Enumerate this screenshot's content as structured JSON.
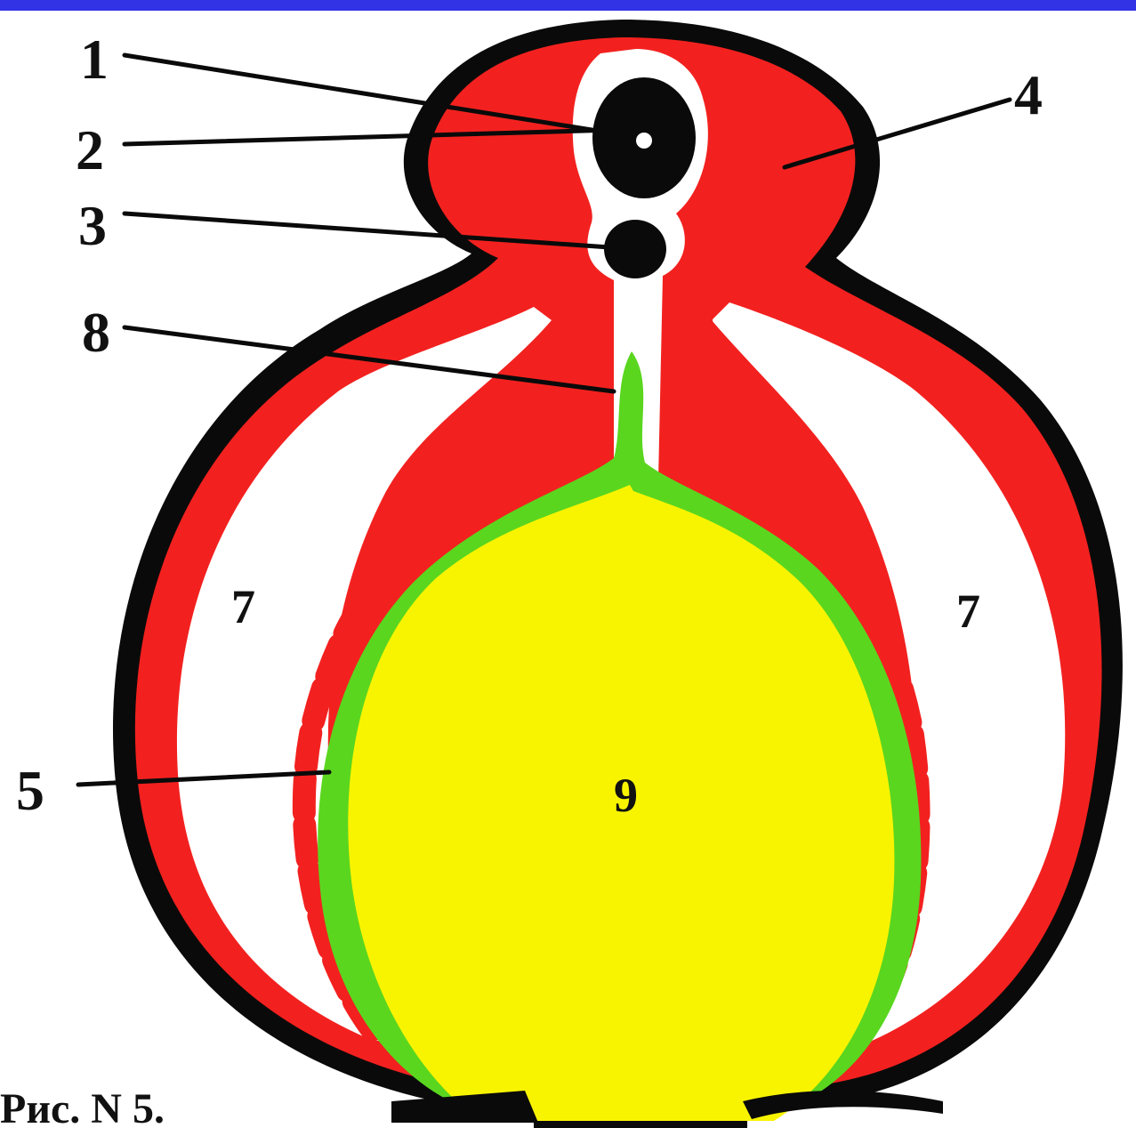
{
  "colors": {
    "header_band": "#3333e6",
    "tissue_red": "#f2211f",
    "membrane_green": "#5ad61f",
    "yolk_yellow": "#f8f400",
    "outline_black": "#0a0a0a",
    "cavity_white": "#ffffff"
  },
  "labels": {
    "l1": "1",
    "l2": "2",
    "l3": "3",
    "l4": "4",
    "l5": "5",
    "l7_left": "7",
    "l7_right": "7",
    "l8": "8",
    "l9": "9"
  },
  "caption": "Рис. N 5."
}
